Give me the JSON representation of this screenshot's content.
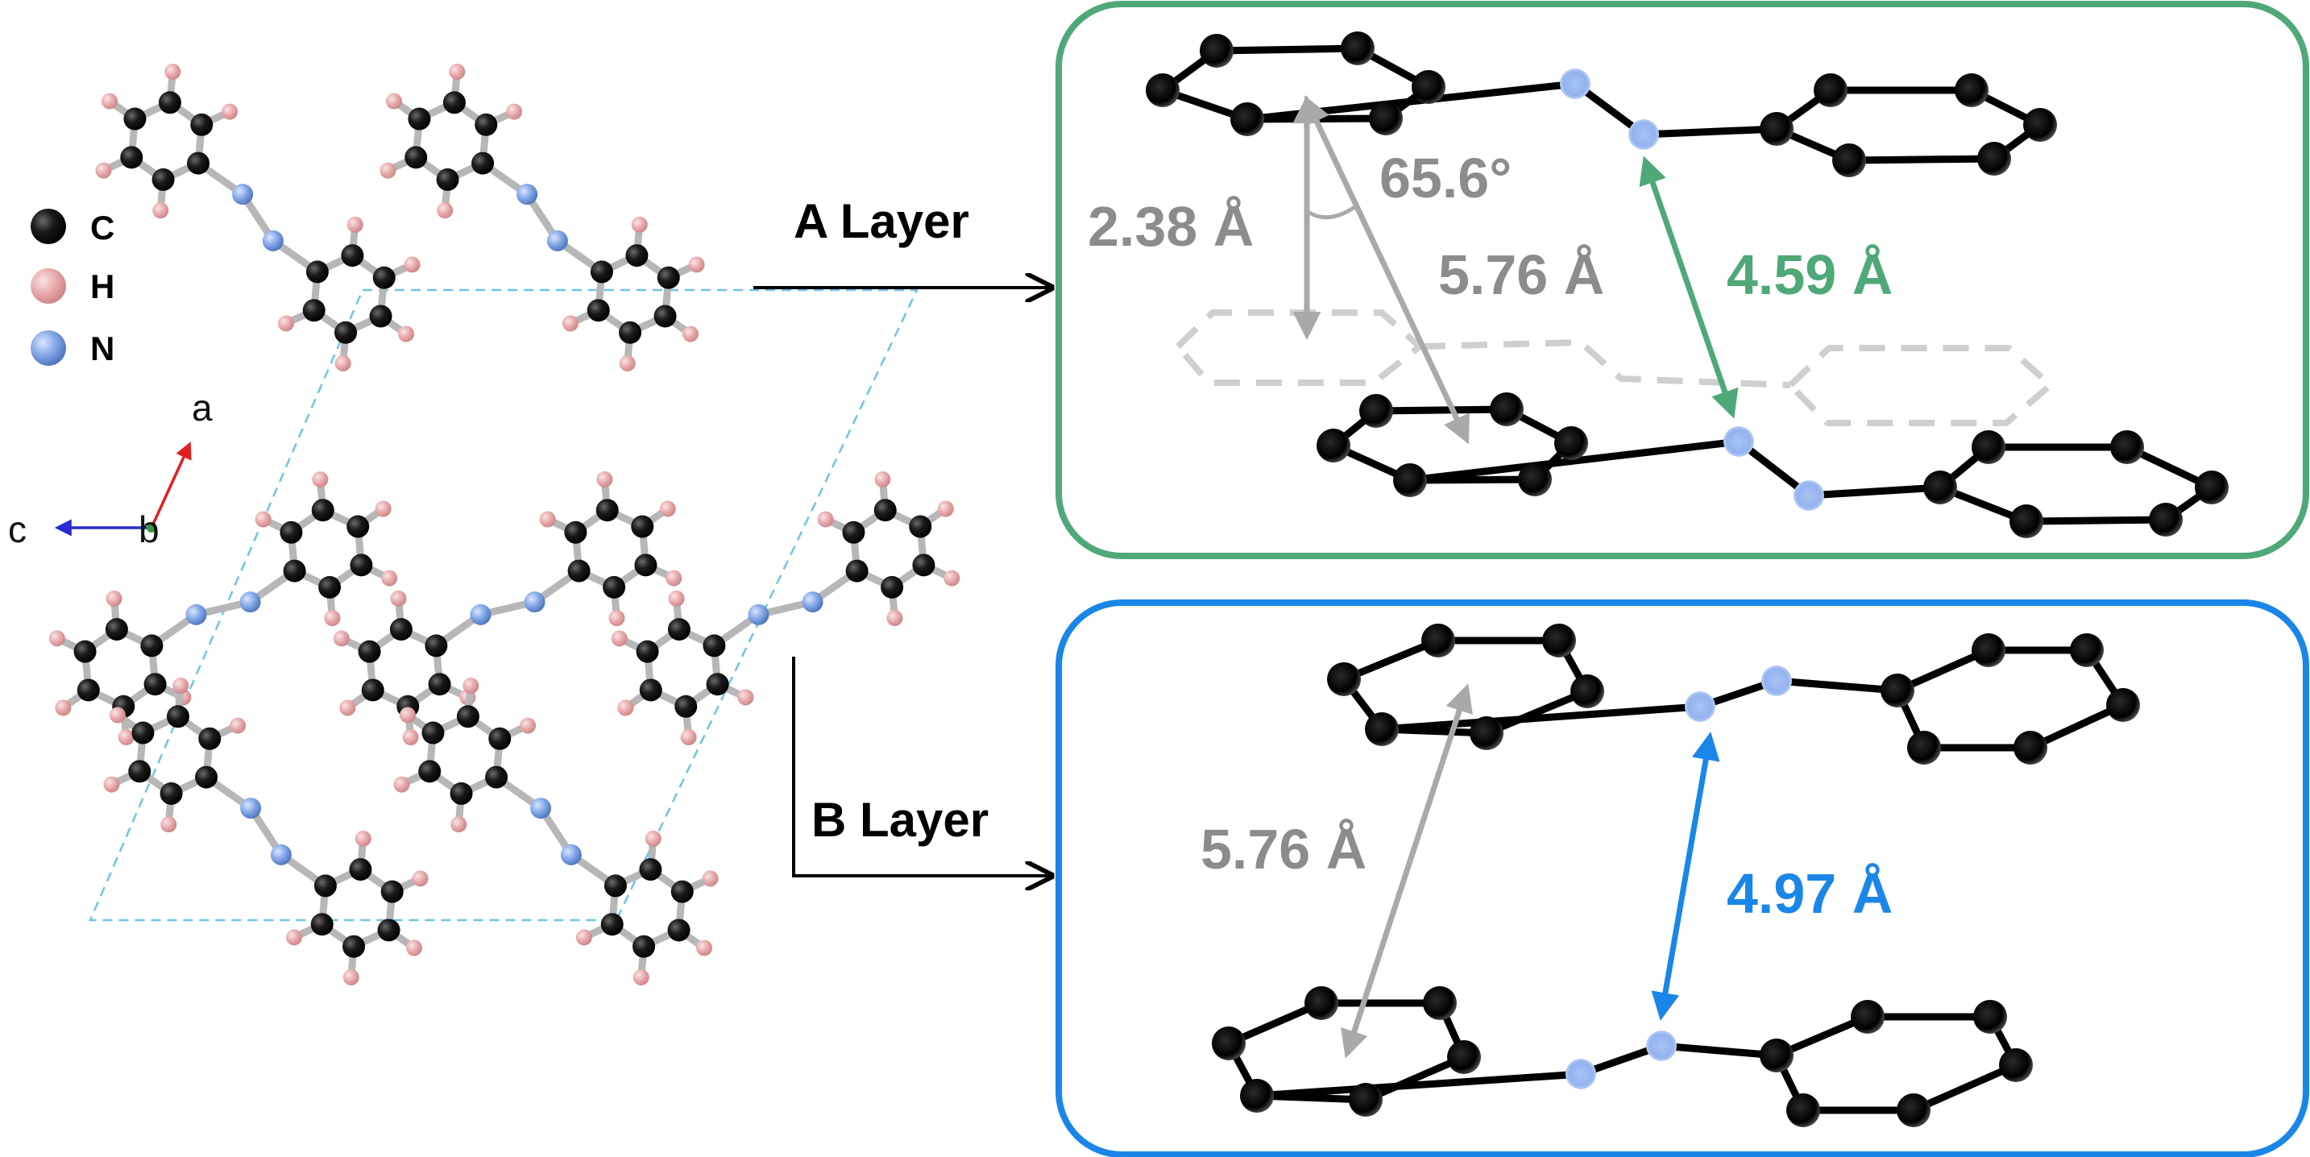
{
  "legend": [
    {
      "symbol": "C",
      "color": "#111111"
    },
    {
      "symbol": "H",
      "color": "#e8a9aa"
    },
    {
      "symbol": "N",
      "color": "#6f95d6"
    }
  ],
  "axes": {
    "a": "a",
    "b": "b",
    "c": "c"
  },
  "layers": {
    "a": {
      "label": "A Layer",
      "border_color": "#4fa878",
      "measurements": {
        "offset": "2.38 Å",
        "angle": "65.6°",
        "centroid_distance": "5.76 Å",
        "n_n_distance": "4.59 Å"
      }
    },
    "b": {
      "label": "B Layer",
      "border_color": "#1a86e8",
      "measurements": {
        "centroid_distance": "5.76 Å",
        "n_n_distance": "4.97 Å"
      }
    }
  },
  "colors": {
    "carbon": "#111111",
    "hydrogen": "#e8a9aa",
    "nitrogen": "#8fb0ec",
    "bond": "#b7b7b7",
    "unit_cell": "#6fc3e8",
    "gray_label": "#8c8c8c",
    "green_accent": "#4fa878",
    "blue_accent": "#1a86e8"
  }
}
